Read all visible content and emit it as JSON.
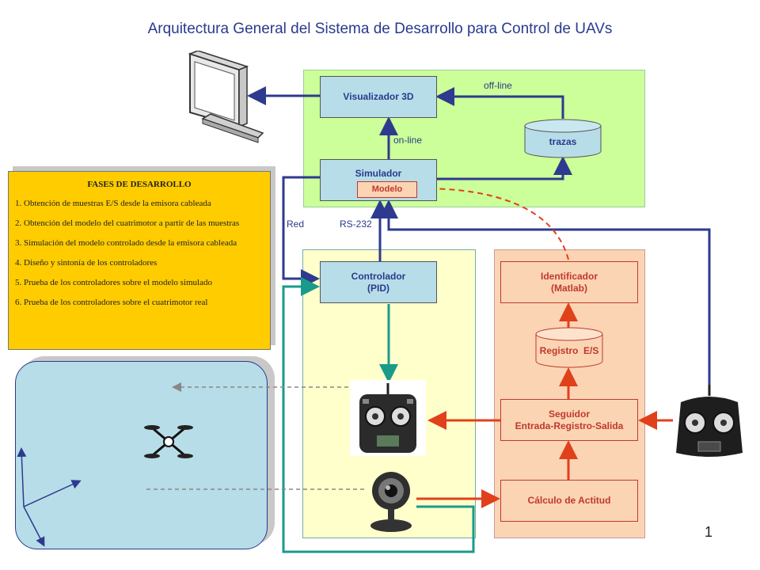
{
  "title": "Arquitectura General del Sistema de Desarrollo para Control de UAVs",
  "blocks": {
    "visualizador": "Visualizador 3D",
    "trazas": "trazas",
    "simulador": "Simulador",
    "modelo": "Modelo",
    "controlador_l1": "Controlador",
    "controlador_l2": "(PID)",
    "identificador_l1": "Identificador",
    "identificador_l2": "(Matlab)",
    "registro": "Registro  E/S",
    "seguidor_l1": "Seguidor",
    "seguidor_l2": "Entrada-Registro-Salida",
    "calculo": "Cálculo de Actitud"
  },
  "labels": {
    "offline": "off-line",
    "online": "on-line",
    "red": "Red",
    "rs232": "RS-232"
  },
  "phases": {
    "title": "FASES DE DESARROLLO",
    "items": [
      "1. Obtención de muestras E/S desde la emisora cableada",
      "2. Obtención del modelo del cuatrimotor a partir de las muestras",
      "3. Simulación  del modelo controlado  desde la emisora cableada",
      "4. Diseño y sintonía de los controladores",
      "5. Prueba de los controladores sobre el modelo simulado",
      "6. Prueba de los controladores sobre el cuatrimotor  real"
    ]
  },
  "page_number": "1",
  "icons": [
    "monitor-icon",
    "radio-transmitter-icon",
    "webcam-icon",
    "quadrotor-icon"
  ],
  "colors": {
    "green_panel": "#ccff99",
    "yellow_panel": "#ffffcc",
    "orange_panel": "#fbd4b4",
    "blue_arrow": "#2e3a8f",
    "teal_arrow": "#1a9a8a",
    "red_arrow": "#e0401a"
  }
}
